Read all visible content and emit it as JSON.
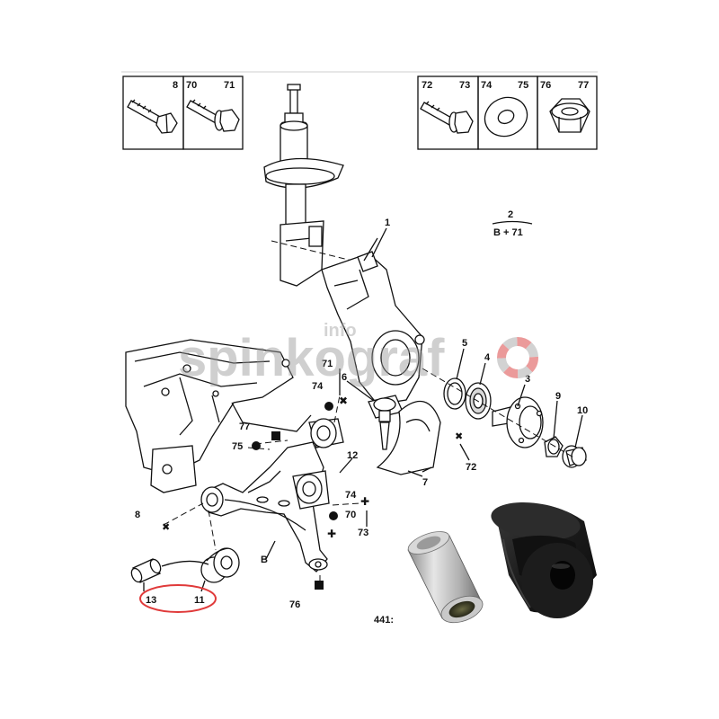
{
  "header_boxes": [
    {
      "labels": [
        "8"
      ]
    },
    {
      "labels": [
        "70",
        "71"
      ]
    },
    {
      "labels": [
        "72",
        "73"
      ]
    },
    {
      "labels": [
        "74",
        "75"
      ]
    },
    {
      "labels": [
        "76",
        "77"
      ]
    }
  ],
  "formula": {
    "top": "2",
    "bottom": "B + 71"
  },
  "callouts": [
    "1",
    "5",
    "4",
    "3",
    "9",
    "10",
    "71",
    "6",
    "74",
    "77",
    "75",
    "12",
    "7",
    "72",
    "74",
    "70",
    "73",
    "8",
    "B",
    "76",
    "13",
    "11"
  ],
  "watermark": "spinkograf",
  "watermark_sub": "info",
  "page_code": "441:",
  "colors": {
    "highlight": "#e03a3a",
    "watermark": "#9a9a9a",
    "bushing_black": "#151515",
    "sleeve_metal": "#bfbfbf"
  }
}
